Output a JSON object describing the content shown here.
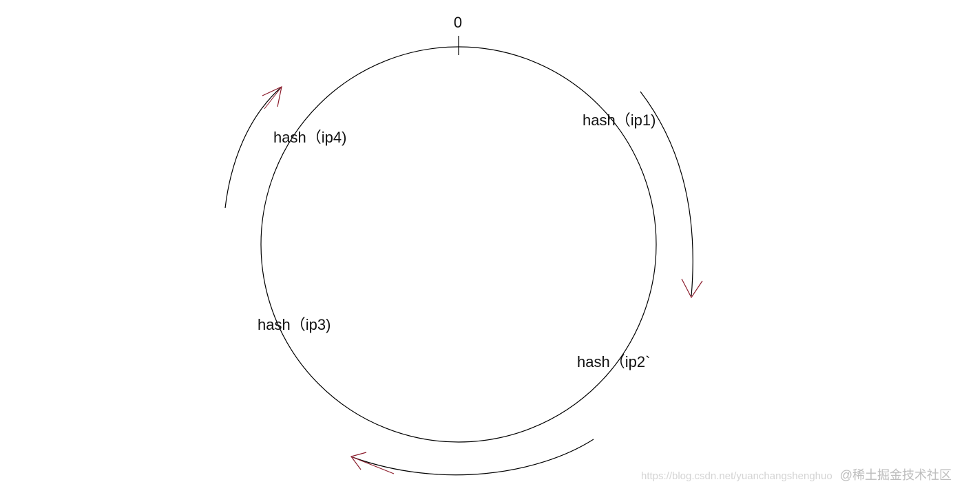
{
  "ring": {
    "origin_label": "0",
    "stroke_color": "#000000",
    "arrow_color": "#8b1c2c"
  },
  "nodes": [
    {
      "id": "ip1",
      "label": "hash（ip1)"
    },
    {
      "id": "ip2",
      "label": "hash（ip2`"
    },
    {
      "id": "ip3",
      "label": "hash（ip3)"
    },
    {
      "id": "ip4",
      "label": "hash（ip4)"
    }
  ],
  "arrows": [
    {
      "id": "clockwise-arrow-right",
      "direction": "clockwise"
    },
    {
      "id": "clockwise-arrow-bottom",
      "direction": "clockwise"
    },
    {
      "id": "clockwise-arrow-left",
      "direction": "clockwise"
    }
  ],
  "watermark": {
    "url": "https://blog.csdn.net/yuanchangshenghuo",
    "brand": "@稀土掘金技术社区"
  }
}
